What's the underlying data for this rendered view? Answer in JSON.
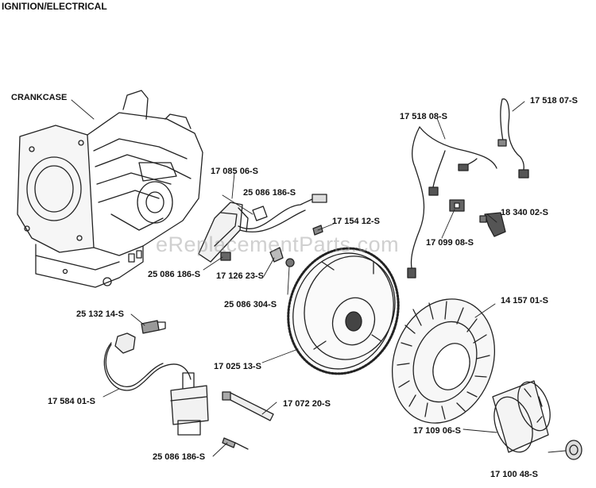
{
  "title": "IGNITION/ELECTRICAL",
  "watermark": "eReplacementParts.com",
  "parts": [
    {
      "id": "crankcase",
      "label": "CRANKCASE"
    },
    {
      "id": "p1751807",
      "label": "17 518 07-S"
    },
    {
      "id": "p1751808",
      "label": "17 518 08-S"
    },
    {
      "id": "p1708506",
      "label": "17 085 06-S"
    },
    {
      "id": "p25086186a",
      "label": "25 086 186-S"
    },
    {
      "id": "p1715412",
      "label": "17 154 12-S"
    },
    {
      "id": "p1834002",
      "label": "18 340 02-S"
    },
    {
      "id": "p1709908",
      "label": "17 099 08-S"
    },
    {
      "id": "p25086186b",
      "label": "25 086 186-S"
    },
    {
      "id": "p1712623",
      "label": "17 126 23-S"
    },
    {
      "id": "p25086304",
      "label": "25 086 304-S"
    },
    {
      "id": "p1415701",
      "label": "14 157 01-S"
    },
    {
      "id": "p2513214",
      "label": "25 132 14-S"
    },
    {
      "id": "p1702513",
      "label": "17 025 13-S"
    },
    {
      "id": "p1758401",
      "label": "17 584 01-S"
    },
    {
      "id": "p1707220",
      "label": "17 072 20-S"
    },
    {
      "id": "p1710906",
      "label": "17 109 06-S"
    },
    {
      "id": "p25086186c",
      "label": "25 086 186-S"
    },
    {
      "id": "p1710048",
      "label": "17 100 48-S"
    }
  ],
  "colors": {
    "line": "#222222",
    "text": "#111111",
    "watermark": "#969696"
  }
}
